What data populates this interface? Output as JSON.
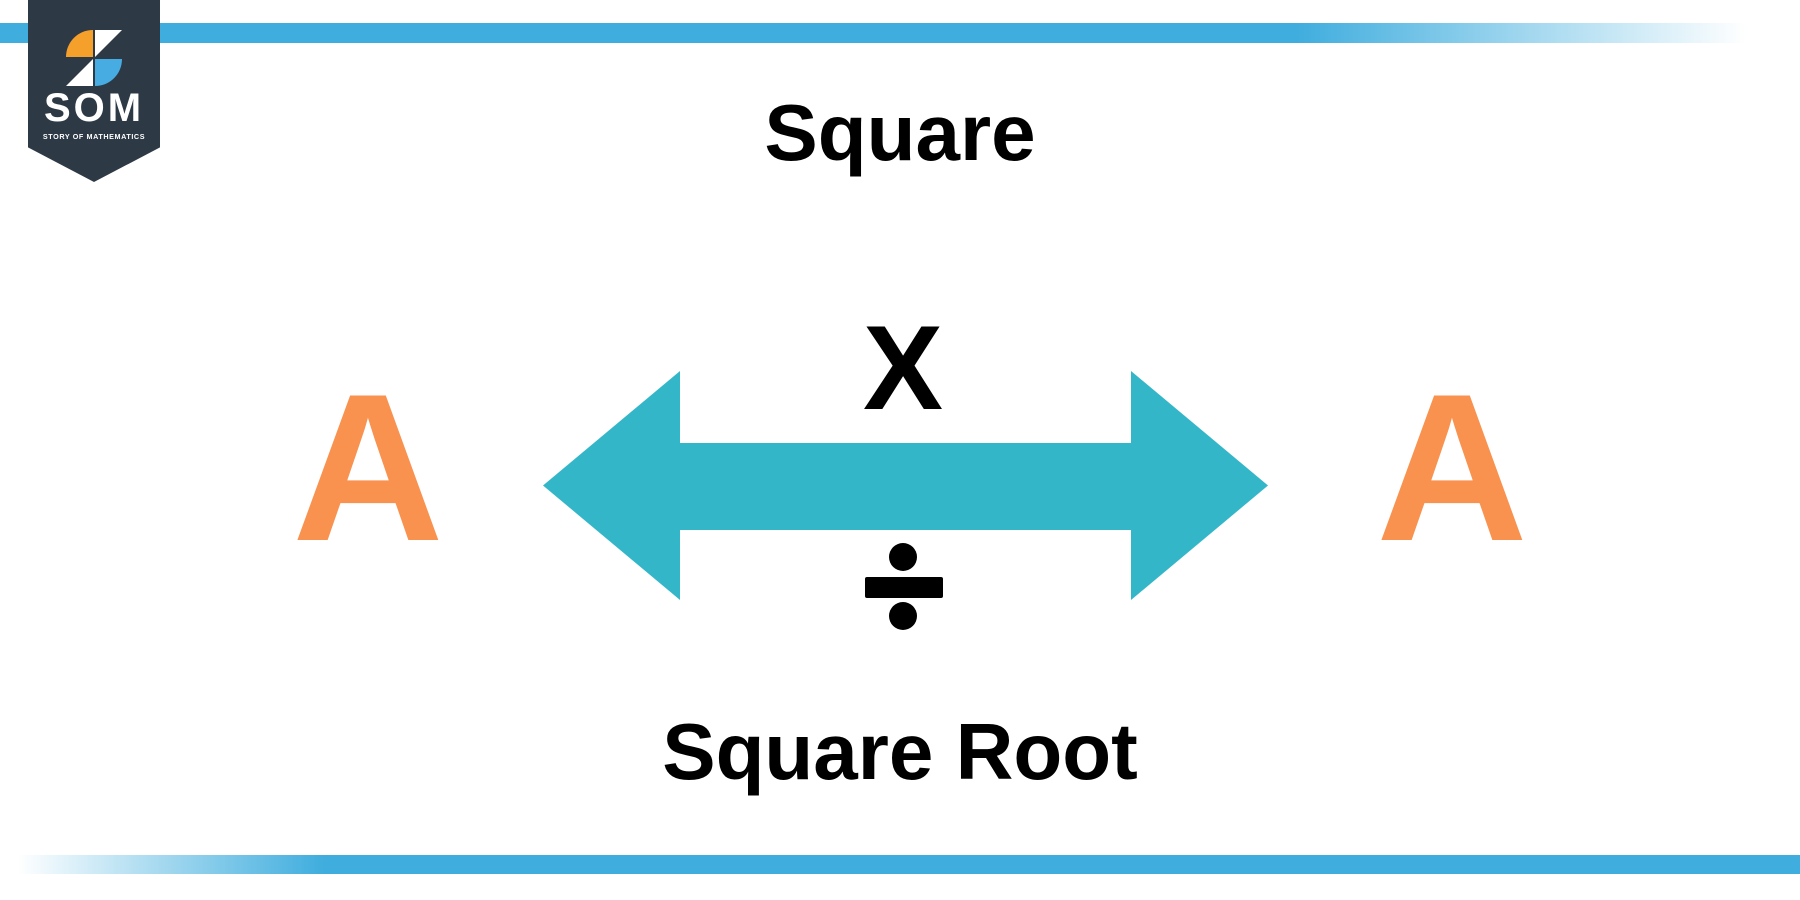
{
  "colors": {
    "accent_bar_blue": "#3fadde",
    "arrow_teal": "#34b6c9",
    "letter_orange": "#f9924f",
    "badge_navy": "#2d3a46",
    "logo_icon_orange": "#f5a02b",
    "logo_icon_blue": "#47ace1",
    "text_black": "#000000"
  },
  "logo": {
    "acronym": "SOM",
    "tagline": "STORY OF MATHEMATICS"
  },
  "diagram": {
    "title": "Square",
    "bottom_label": "Square Root",
    "left_operand": "A",
    "right_operand": "A",
    "multiply_symbol": "X",
    "divide_symbol": "÷"
  }
}
